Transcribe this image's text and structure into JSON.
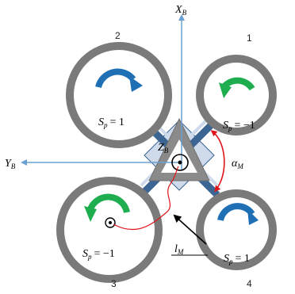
{
  "axes": {
    "x_main": "X",
    "x_sub": "B",
    "y_main": "Y",
    "y_sub": "B",
    "z_main": "Z",
    "z_sub": "B"
  },
  "rotors": [
    {
      "number": "1",
      "sp_symbol": "S",
      "sp_sub": "p",
      "sp_value": "= −1",
      "spin": "counter-clockwise",
      "arrow_color": "#1fae4f"
    },
    {
      "number": "2",
      "sp_symbol": "S",
      "sp_sub": "p",
      "sp_value": "= 1",
      "spin": "clockwise",
      "arrow_color": "#1f6fb5"
    },
    {
      "number": "3",
      "sp_symbol": "S",
      "sp_sub": "p",
      "sp_value": "= −1",
      "spin": "counter-clockwise",
      "arrow_color": "#1fae4f"
    },
    {
      "number": "4",
      "sp_symbol": "S",
      "sp_sub": "p",
      "sp_value": "= 1",
      "spin": "clockwise",
      "arrow_color": "#1f6fb5"
    }
  ],
  "angle_label": {
    "main": "α",
    "sub": "M"
  },
  "arm_label": {
    "main": "l",
    "sub": "M"
  },
  "colors": {
    "frame_arm": "#3d6594",
    "frame_fill": "#cfdbea",
    "body_triangle": "#8a8a8a",
    "rotor_ring": "#7a7a7a",
    "axis": "#6b9fd1",
    "angle_arc": "#e0141b",
    "moment_path": "#e0141b"
  }
}
